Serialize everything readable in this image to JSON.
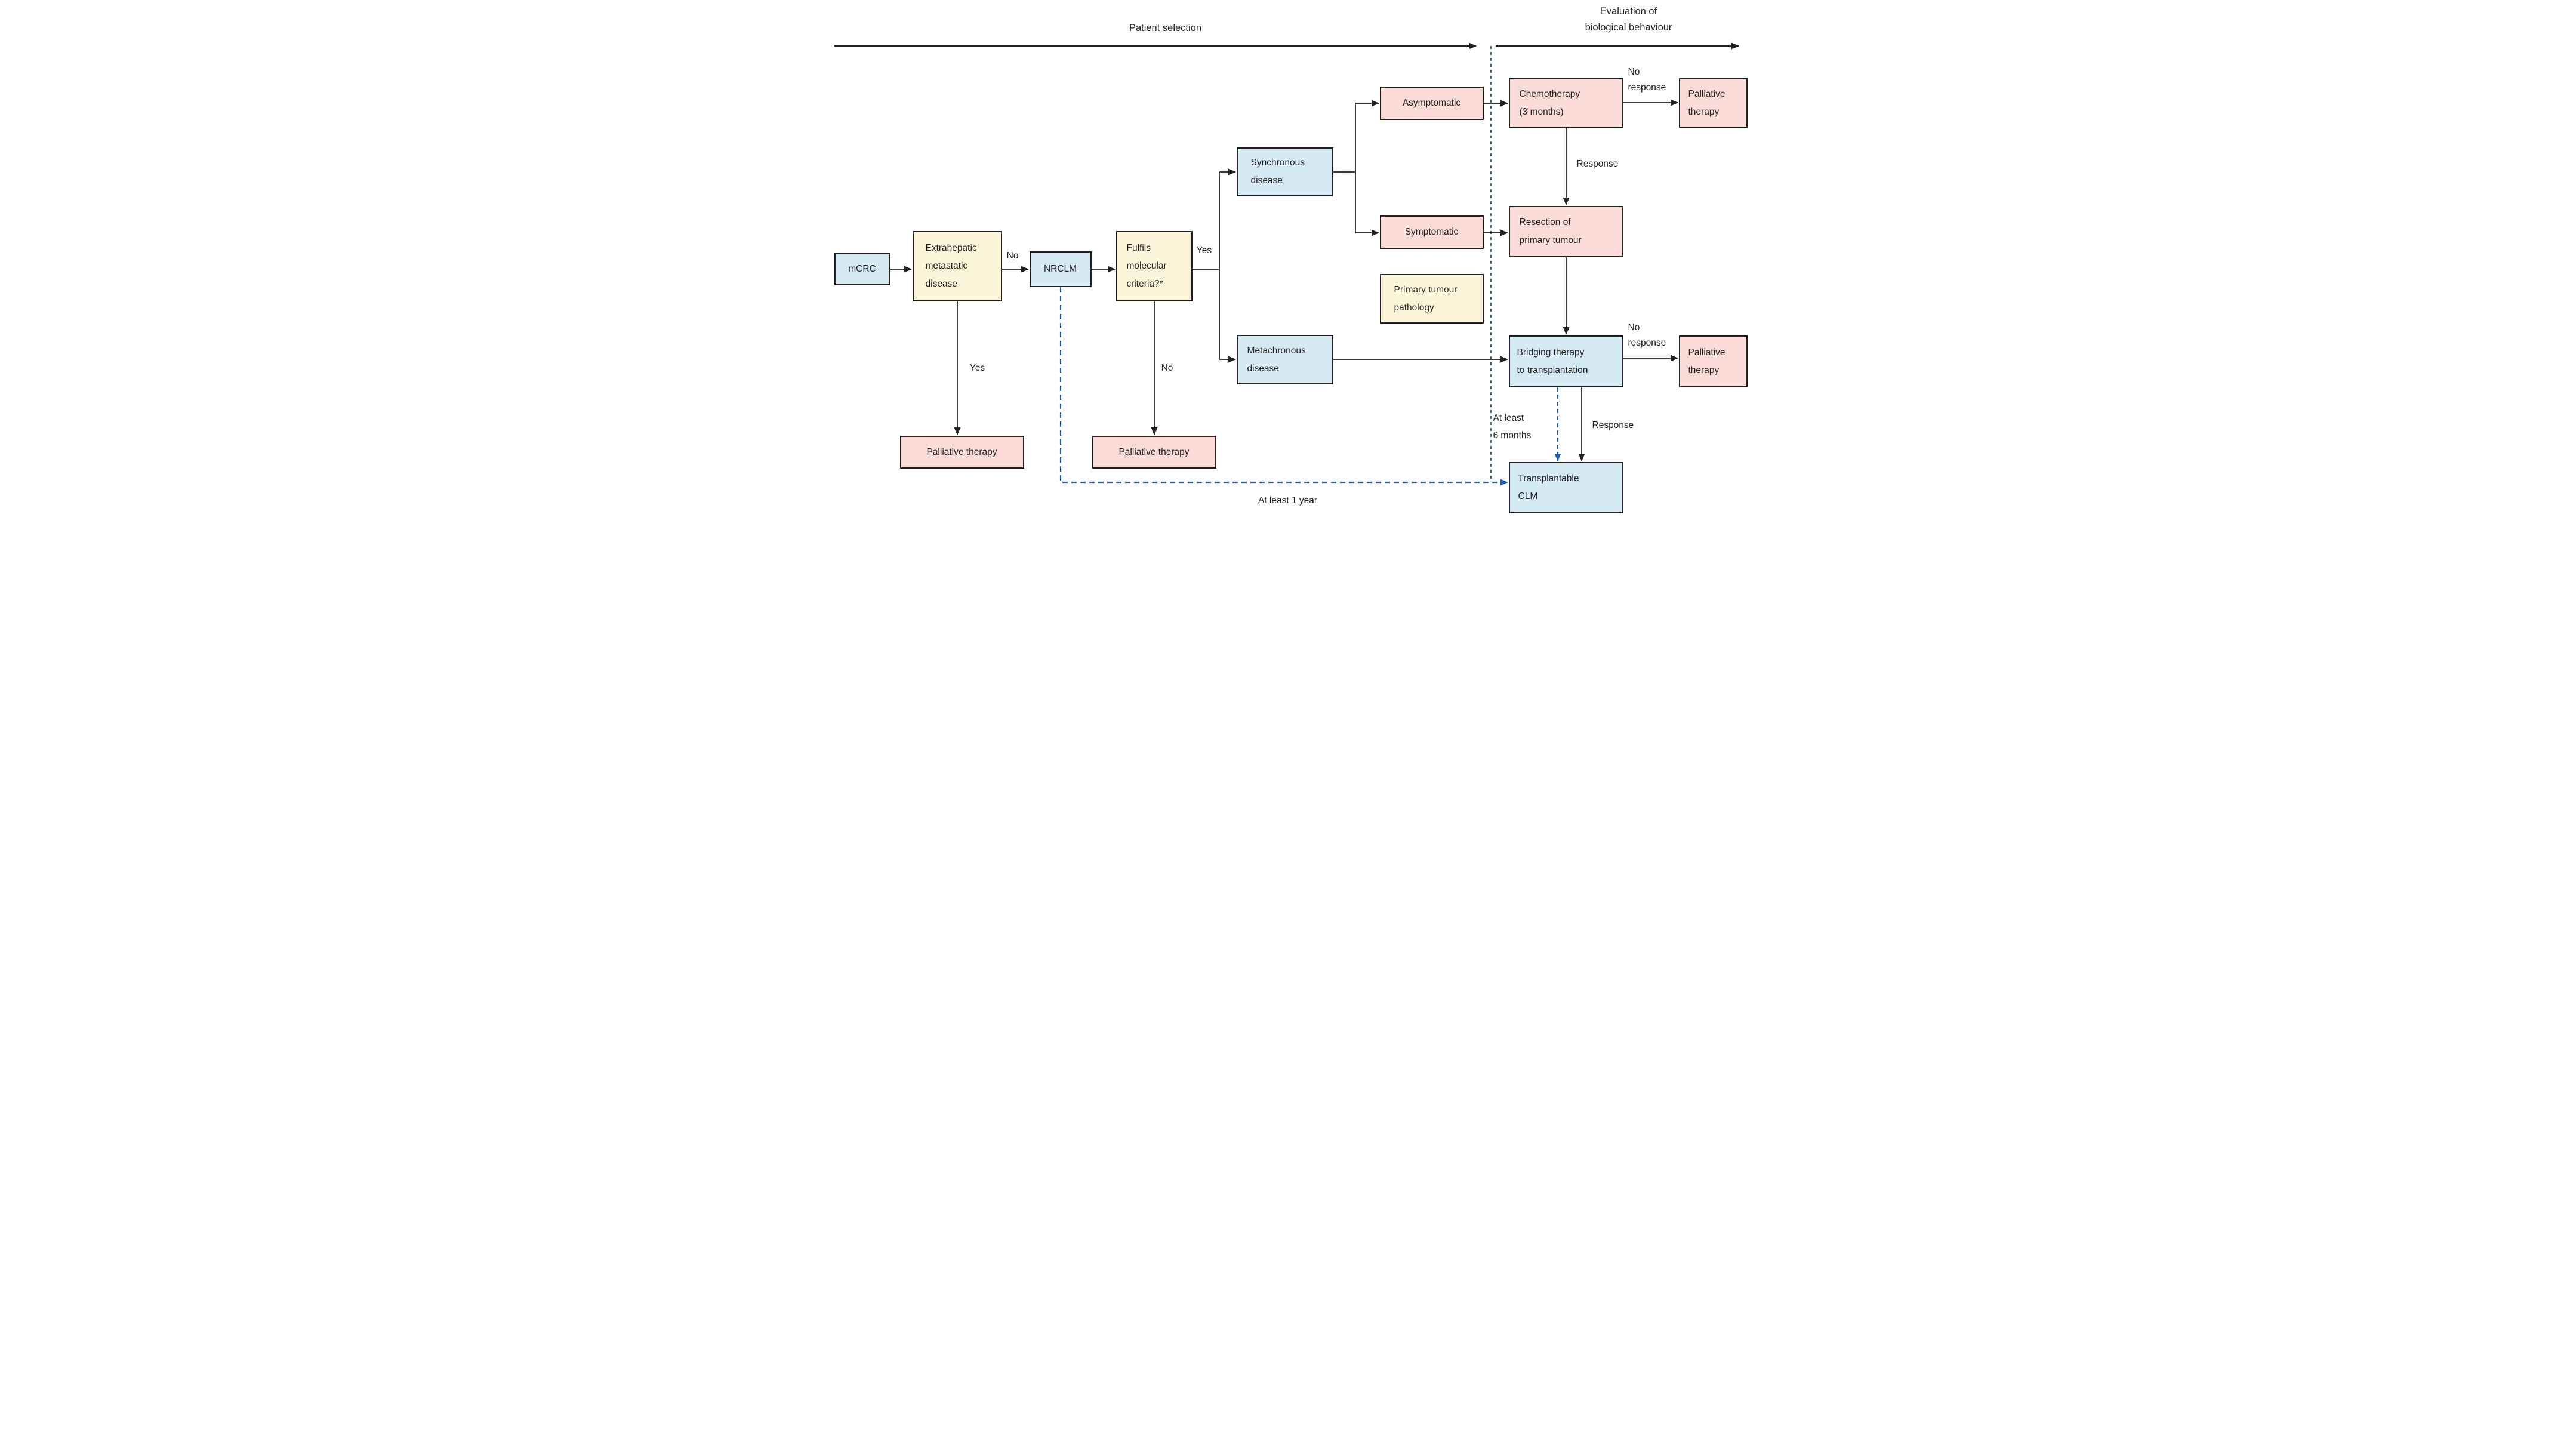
{
  "figure": {
    "type": "clinical-decision-flowchart",
    "phase_headers": {
      "left": "Patient selection",
      "right": "Evaluation of\nbiological behaviour"
    }
  },
  "boxes": {
    "mcrc": {
      "label": "mCRC",
      "color": "blue"
    },
    "extrahepatic": {
      "label": "Extrahepatic\nmetastatic\ndisease",
      "color": "cream"
    },
    "nrclm": {
      "label": "NRCLM",
      "color": "blue"
    },
    "molecular": {
      "label": "Fulfils\nmolecular\ncriteria?*",
      "color": "cream"
    },
    "synchronous": {
      "label": "Synchronous\ndisease",
      "color": "blue"
    },
    "metachronous": {
      "label": "Metachronous\ndisease",
      "color": "blue"
    },
    "asymptomatic": {
      "label": "Asymptomatic",
      "color": "pink"
    },
    "symptomatic": {
      "label": "Symptomatic",
      "color": "pink"
    },
    "primary_pathology": {
      "label": "Primary tumour\npathology",
      "color": "cream"
    },
    "chemotherapy": {
      "label": "Chemotherapy\n(3 months)",
      "color": "pink"
    },
    "palliative_top_right": {
      "label": "Palliative\ntherapy",
      "color": "pink"
    },
    "resection": {
      "label": "Resection of\nprimary tumour",
      "color": "pink"
    },
    "bridging": {
      "label": "Bridging therapy\nto transplantation",
      "color": "blue"
    },
    "palliative_right": {
      "label": "Palliative\ntherapy",
      "color": "pink"
    },
    "transplantable": {
      "label": "Transplantable\nCLM",
      "color": "blue"
    },
    "palliative_bottom_left": {
      "label": "Palliative therapy",
      "color": "pink"
    },
    "palliative_bottom_mid": {
      "label": "Palliative therapy",
      "color": "pink"
    }
  },
  "labels": {
    "no_to_nrclm": "No",
    "yes_from_molecular": "Yes",
    "yes_to_palliative": "Yes",
    "no_to_palliative": "No",
    "no_response_top": "No\nresponse",
    "response_top": "Response",
    "no_response_mid": "No\nresponse",
    "response_bottom": "Response",
    "at_least_6_months": "At least\n6 months",
    "at_least_1_year": "At least 1 year"
  },
  "colors": {
    "box_blue": "#d5eaf2",
    "box_pink": "#fbdcd9",
    "box_cream": "#fdf5d9",
    "ink": "#231f20",
    "dashed_blue": "#1f5ea9",
    "divider_teal": "#2e6e82"
  }
}
